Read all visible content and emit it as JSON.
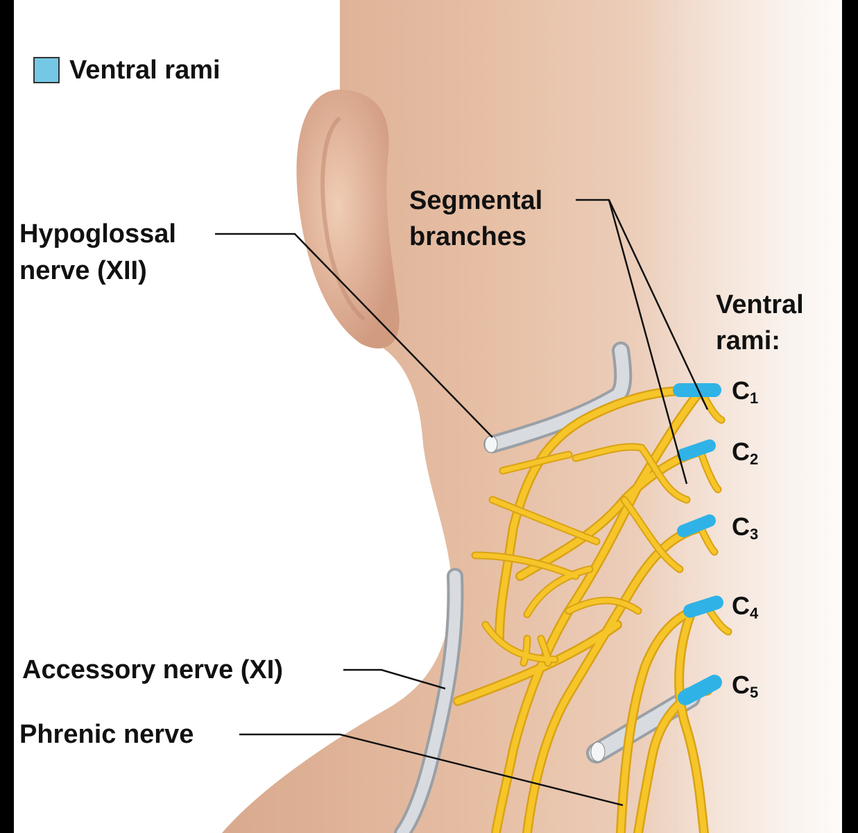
{
  "legend": {
    "label": "Ventral rami",
    "swatch_color": "#74c8e6"
  },
  "labels": {
    "hypoglossal_line1": "Hypoglossal",
    "hypoglossal_line2": "nerve (XII)",
    "segmental_line1": "Segmental",
    "segmental_line2": "branches",
    "ventral_rami_line1": "Ventral",
    "ventral_rami_line2": "rami:",
    "accessory": "Accessory nerve (XI)",
    "phrenic": "Phrenic nerve"
  },
  "segments": [
    {
      "letter": "C",
      "number": "1"
    },
    {
      "letter": "C",
      "number": "2"
    },
    {
      "letter": "C",
      "number": "3"
    },
    {
      "letter": "C",
      "number": "4"
    },
    {
      "letter": "C",
      "number": "5"
    }
  ],
  "colors": {
    "skin": "#e2b9a0",
    "nerve": "#f6c529",
    "ventral_rami": "#2fb3e6",
    "cranial_nerve": "#c7cbd0",
    "leader_line": "#111111"
  }
}
